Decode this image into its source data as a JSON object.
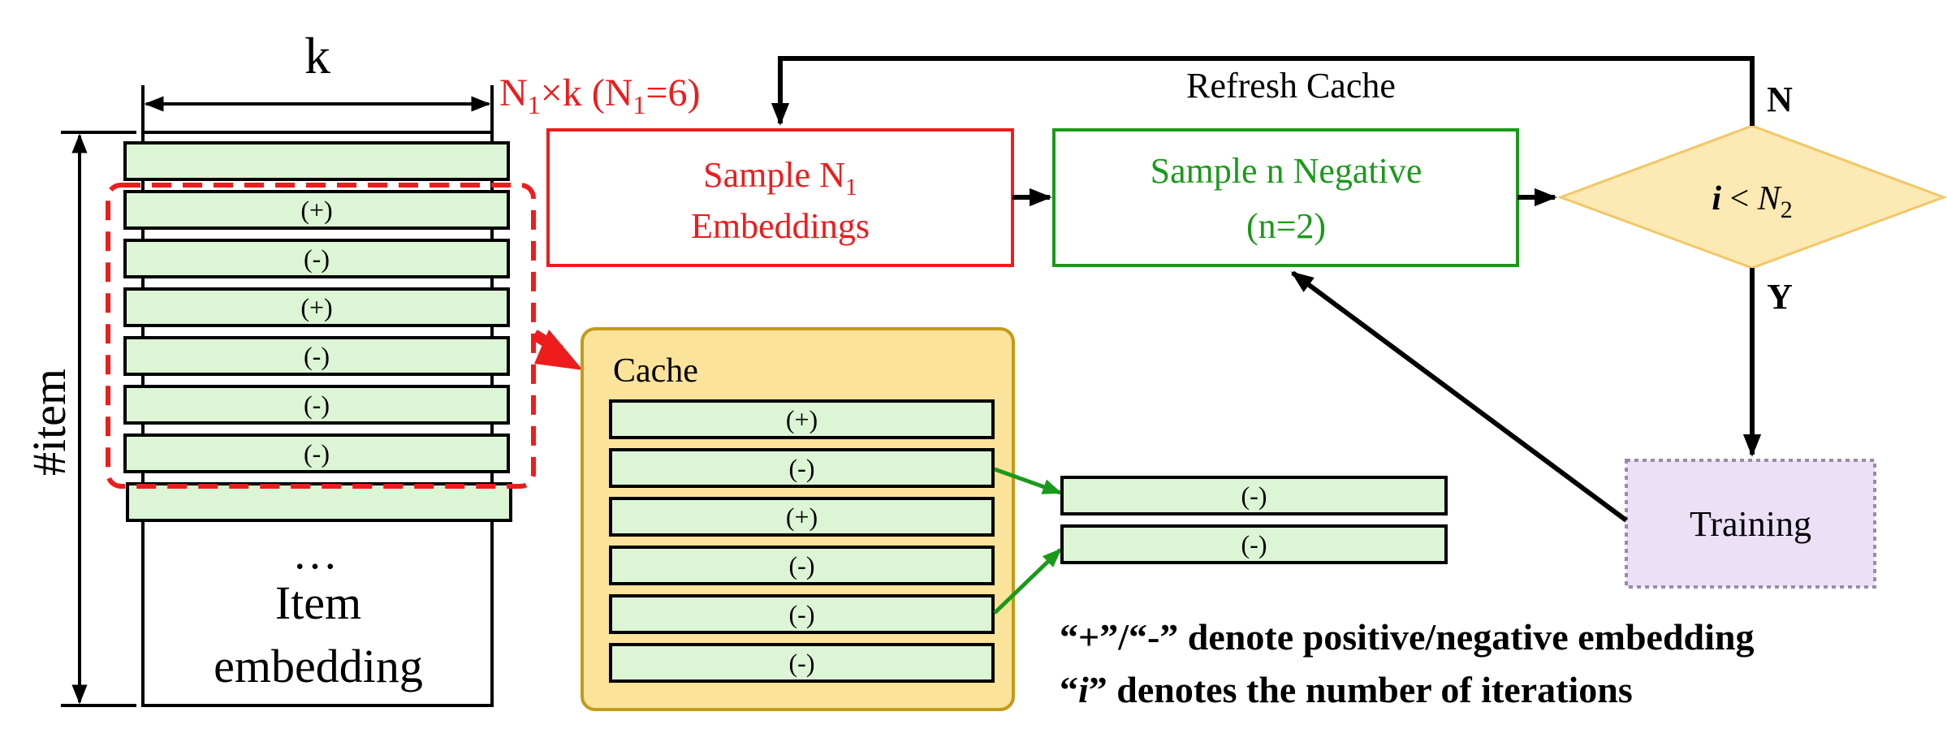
{
  "item_matrix": {
    "k_label": "k",
    "item_axis_label": "#item",
    "n1_annotation": {
      "base": "N",
      "sub": "1",
      "rest": "×k (N",
      "sub2": "1",
      "end": "=6)"
    },
    "rows": [
      "",
      "(+)",
      "(-)",
      "(+)",
      "(-)",
      "(-)",
      "(-)",
      ""
    ],
    "ellipsis": "…",
    "caption_line1": "Item",
    "caption_line2": "embedding"
  },
  "cache": {
    "title": "Cache",
    "rows": [
      "(+)",
      "(-)",
      "(+)",
      "(-)",
      "(-)",
      "(-)"
    ]
  },
  "negatives": {
    "rows": [
      "(-)",
      "(-)"
    ]
  },
  "sample_n1": {
    "line1_base": "Sample N",
    "line1_sub": "1",
    "line2": "Embeddings"
  },
  "sample_negative": {
    "line1": "Sample n Negative",
    "line2": "(n=2)"
  },
  "decision": {
    "var": "i",
    "op": " < ",
    "rhs_base": "N",
    "rhs_sub": "2",
    "no_label": "N",
    "yes_label": "Y"
  },
  "refresh_label": "Refresh Cache",
  "training_label": "Training",
  "notes": {
    "line1": "“+”/“-” denote positive/negative embedding",
    "line2_open": "“",
    "line2_var": "i",
    "line2_rest": "” denotes the number of iterations"
  },
  "colors": {
    "row_fill": "#dcf5d5",
    "cache_fill": "#fce39a",
    "cache_border": "#c49a1a",
    "red": "#ee1c1c",
    "green": "#1a9a1a",
    "diamond_fill": "#fce9b3",
    "training_fill": "#ece0f7",
    "training_border": "#9a8aa8"
  }
}
